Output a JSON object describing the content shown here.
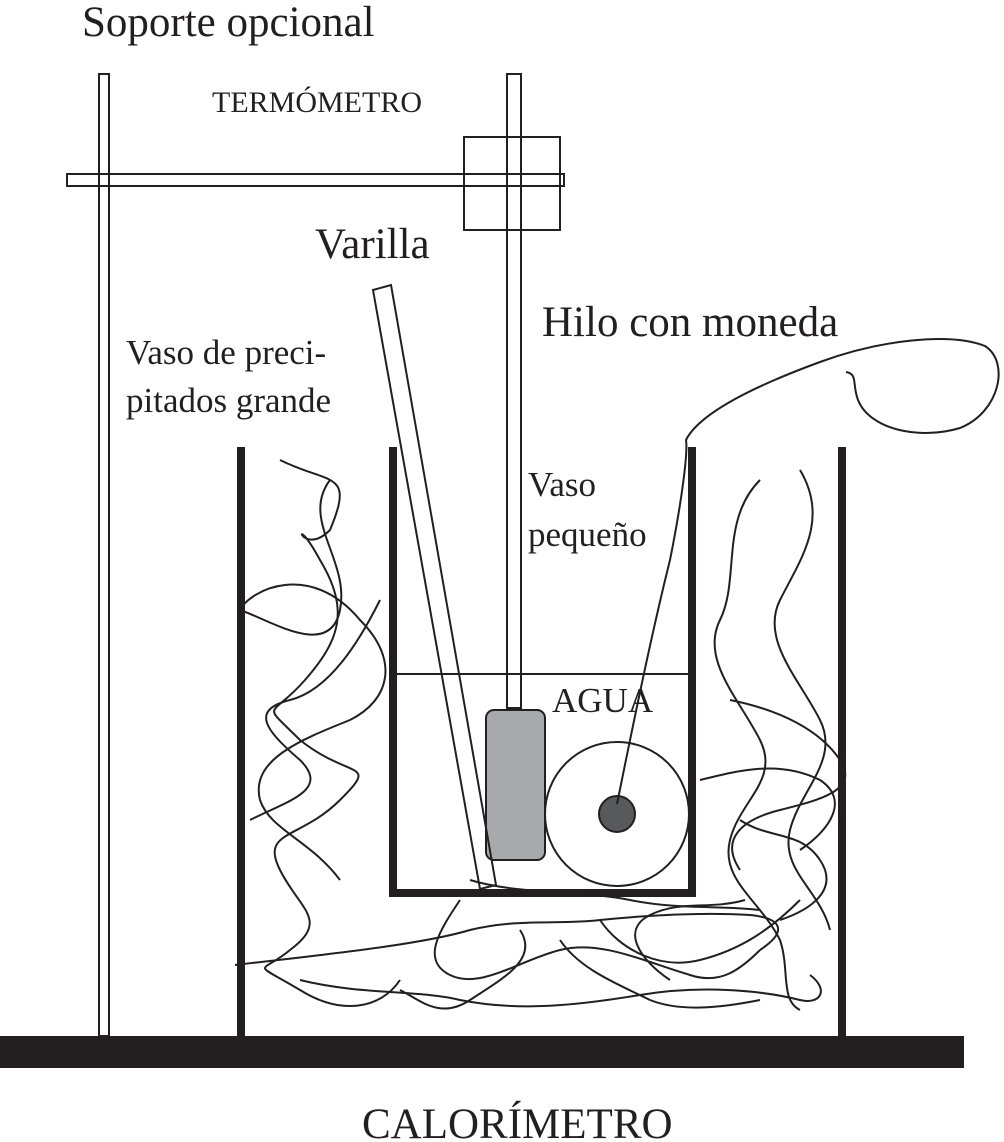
{
  "labels": {
    "support": "Soporte opcional",
    "thermometer": "TERMÓMETRO",
    "rod": "Varilla",
    "thread": "Hilo con moneda",
    "big_beaker_line1": "Vaso de preci-",
    "big_beaker_line2": "pitados grande",
    "small_beaker_line1": "Vaso",
    "small_beaker_line2": "pequeño",
    "water": "AGUA",
    "calorimeter": "CALORÍMETRO"
  },
  "colors": {
    "ink": "#231f20",
    "thermometer_bulb": "#a7a9ac",
    "coin": "#58595b",
    "background": "#ffffff"
  }
}
